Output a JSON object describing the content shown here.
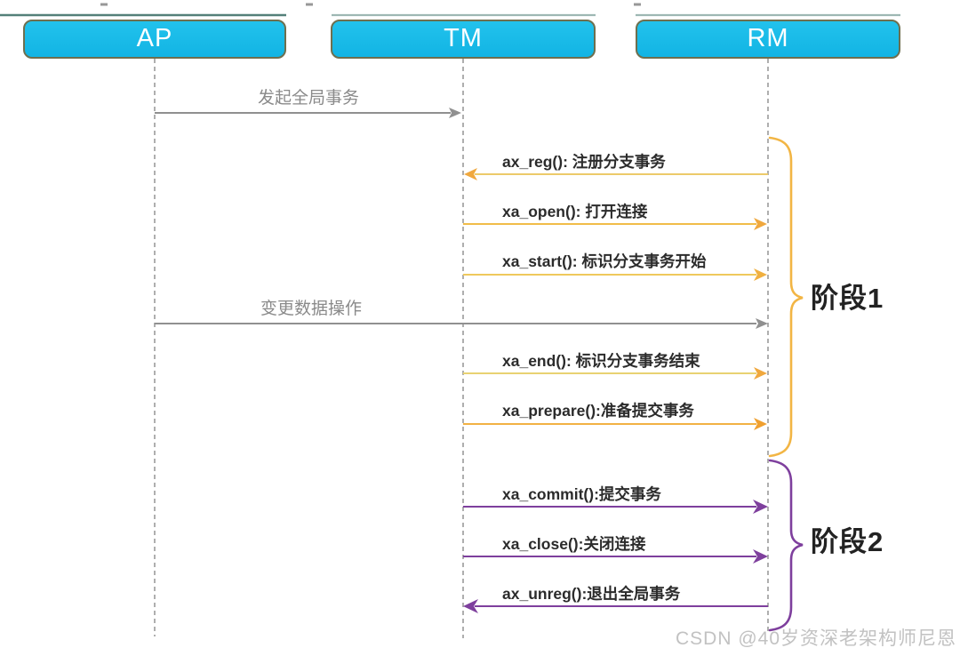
{
  "diagram": {
    "title_semantic": "XA two-phase-commit sequence diagram",
    "actors": [
      {
        "id": "AP",
        "label": "AP"
      },
      {
        "id": "TM",
        "label": "TM"
      },
      {
        "id": "RM",
        "label": "RM"
      }
    ],
    "messages": [
      {
        "label": "发起全局事务",
        "from": "AP",
        "to": "TM",
        "color": "#909090"
      },
      {
        "label": "ax_reg(): 注册分支事务",
        "from": "RM",
        "to": "TM",
        "color": "#f0a83e"
      },
      {
        "label": "xa_open(): 打开连接",
        "from": "TM",
        "to": "RM",
        "color": "#f1bc49"
      },
      {
        "label": "xa_start(): 标识分支事务开始",
        "from": "TM",
        "to": "RM",
        "color": "#efc95c"
      },
      {
        "label": "变更数据操作",
        "from": "AP",
        "to": "RM",
        "color": "#909090"
      },
      {
        "label": "xa_end(): 标识分支事务结束",
        "from": "TM",
        "to": "RM",
        "color": "#e8d272"
      },
      {
        "label": "xa_prepare():准备提交事务",
        "from": "TM",
        "to": "RM",
        "color": "#f2b244"
      },
      {
        "label": "xa_commit():提交事务",
        "from": "TM",
        "to": "RM",
        "color": "#7e3f9d"
      },
      {
        "label": "xa_close():关闭连接",
        "from": "TM",
        "to": "RM",
        "color": "#7e3f9d"
      },
      {
        "label": "ax_unreg():退出全局事务",
        "from": "RM",
        "to": "TM",
        "color": "#7e3f9d"
      }
    ],
    "phases": [
      {
        "label": "阶段1",
        "brace_color": "#f2b544"
      },
      {
        "label": "阶段2",
        "brace_color": "#7e3f9d"
      }
    ],
    "colors": {
      "actor_fill": "#17b8e7",
      "actor_border": "#6e6f4e",
      "lifeline": "#9b9b9b",
      "phase1_accent": "#f2b544",
      "phase2_accent": "#7e3f9d",
      "gray_message": "#909090"
    }
  },
  "watermark": {
    "text": "CSDN @40岁资深老架构师尼恩"
  }
}
